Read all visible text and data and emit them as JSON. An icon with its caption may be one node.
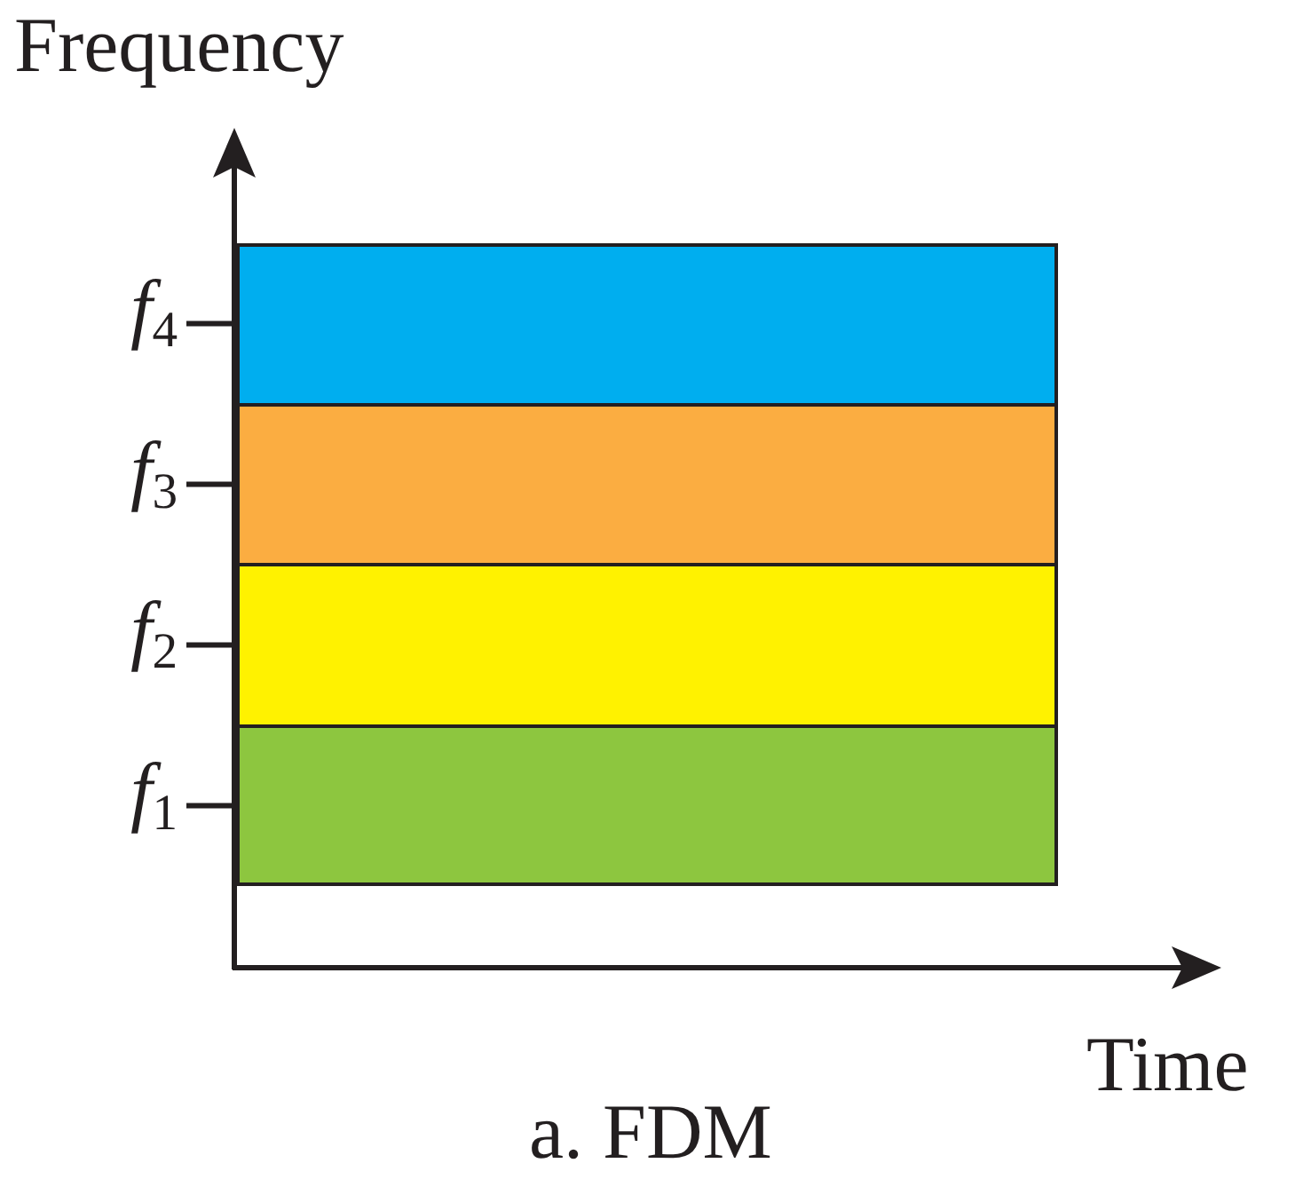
{
  "diagram": {
    "caption": "a. FDM",
    "nodes": [
      {
        "text": [],
        "shape": "bar",
        "beside": [
          "*f*$_{4}$"
        ]
      },
      {
        "text": [],
        "shape": "bar",
        "beside": [
          "*f*$_{3}$"
        ]
      },
      {
        "text": [],
        "shape": "bar",
        "beside": [
          "*f*$_{2}$"
        ]
      },
      {
        "text": [],
        "shape": "bar",
        "beside": [
          "*f*$_{1}$"
        ]
      }
    ],
    "labels": [
      "Frequency",
      "Time"
    ]
  }
}
